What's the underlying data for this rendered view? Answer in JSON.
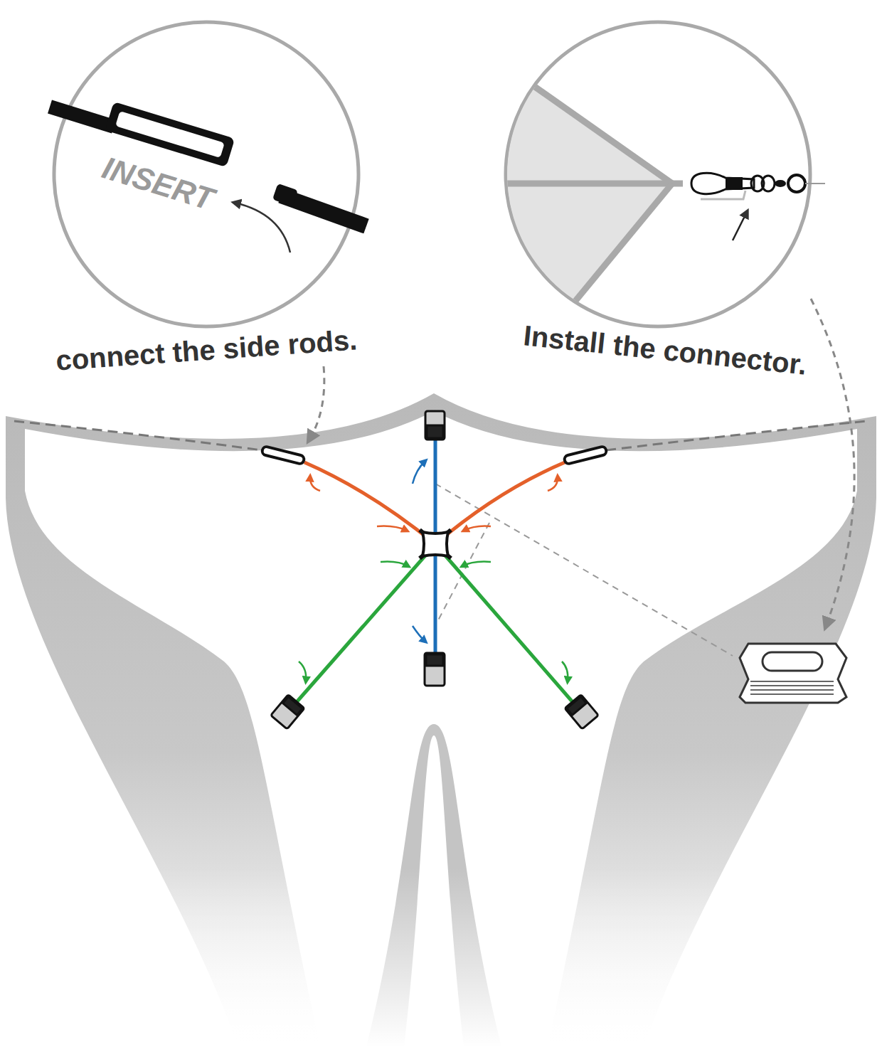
{
  "diagram": {
    "labels": [
      "INSERT",
      "connect the side rods.",
      "Install the connector."
    ]
  }
}
